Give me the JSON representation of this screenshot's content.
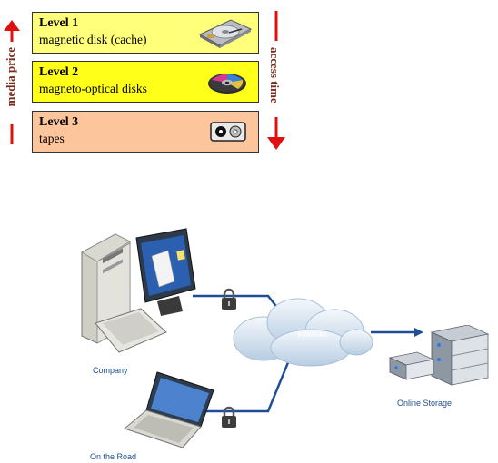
{
  "hierarchy": {
    "levels": [
      {
        "title": "Level 1",
        "desc": "magnetic disk (cache)",
        "icon": "hard-disk-icon"
      },
      {
        "title": "Level 2",
        "desc": "magneto-optical disks",
        "icon": "optical-disc-icon"
      },
      {
        "title": "Level 3",
        "desc": "tapes",
        "icon": "tape-icon"
      }
    ],
    "left_axis_label": "media price",
    "right_axis_label": "access time",
    "arrow_color": "#e01010"
  },
  "network": {
    "company_label": "Company",
    "road_label": "On the Road",
    "internet_label": "Internet",
    "storage_label": "Online Storage",
    "link_color": "#1f4e96"
  }
}
